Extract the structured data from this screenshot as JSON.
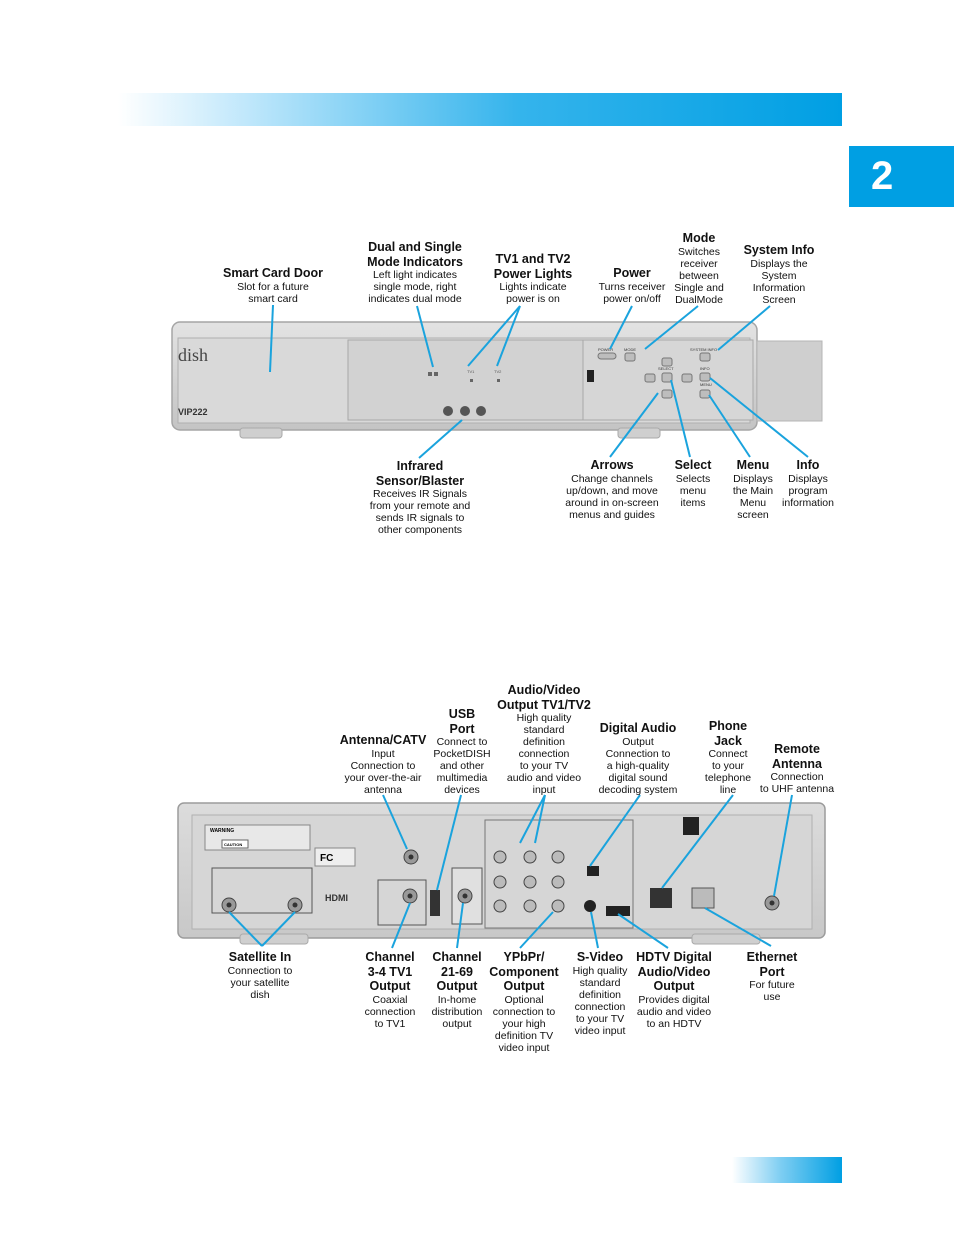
{
  "chapter_number": "2",
  "front_panel": {
    "brand_logo": "dish",
    "model": "VIP222",
    "buttons": {
      "power": "POWER",
      "mode": "MODE",
      "system_info": "SYSTEM INFO",
      "select": "SELECT",
      "info": "INFO",
      "menu": "MENU"
    },
    "indicator_tv1": "TV1",
    "indicator_tv2": "TV2",
    "callouts": {
      "smart_card_door": {
        "title": "Smart Card Door",
        "desc": [
          "Slot for a future",
          "smart card"
        ]
      },
      "dual_single": {
        "title": [
          "Dual and Single",
          "Mode Indicators"
        ],
        "desc": [
          "Left light indicates",
          "single mode, right",
          "indicates dual mode"
        ]
      },
      "tv_power_lights": {
        "title": [
          "TV1 and TV2",
          "Power Lights"
        ],
        "desc": [
          "Lights indicate",
          "power is on"
        ]
      },
      "power": {
        "title": "Power",
        "desc": [
          "Turns receiver",
          "power on/off"
        ]
      },
      "mode": {
        "title": "Mode",
        "desc": [
          "Switches",
          "receiver",
          "between",
          "Single and",
          "DualMode"
        ]
      },
      "system_info": {
        "title": "System Info",
        "desc": [
          "Displays the",
          "System",
          "Information",
          "Screen"
        ]
      },
      "infrared": {
        "title": [
          "Infrared",
          "Sensor/Blaster"
        ],
        "desc": [
          "Receives IR Signals",
          "from your remote and",
          "sends IR signals to",
          "other components"
        ]
      },
      "arrows": {
        "title": "Arrows",
        "desc": [
          "Change channels",
          "up/down, and move",
          "around in on-screen",
          "menus and guides"
        ]
      },
      "select": {
        "title": "Select",
        "desc": [
          "Selects",
          "menu",
          "items"
        ]
      },
      "menu": {
        "title": "Menu",
        "desc": [
          "Displays",
          "the Main",
          "Menu",
          "screen"
        ]
      },
      "info": {
        "title": "Info",
        "desc": [
          "Displays",
          "program",
          "information"
        ]
      }
    }
  },
  "back_panel": {
    "warning": "WARNING",
    "caution": "CAUTION",
    "fc": "FC",
    "hdmi": "HDMI",
    "callouts": {
      "antenna_catv": {
        "title": "Antenna/CATV",
        "desc": [
          "Input",
          "Connection to",
          "your over-the-air",
          "antenna"
        ]
      },
      "usb": {
        "title": [
          "USB",
          "Port"
        ],
        "desc": [
          "Connect to",
          "PocketDISH",
          "and other",
          "multimedia",
          "devices"
        ]
      },
      "av_output": {
        "title": [
          "Audio/Video",
          "Output TV1/TV2"
        ],
        "desc": [
          "High quality",
          "standard",
          "definition",
          "connection",
          "to your TV",
          "audio and video",
          "input"
        ]
      },
      "digital_audio": {
        "title": "Digital Audio",
        "desc": [
          "Output",
          "Connection to",
          "a high-quality",
          "digital sound",
          "decoding system"
        ]
      },
      "phone_jack": {
        "title": [
          "Phone",
          "Jack"
        ],
        "desc": [
          "Connect",
          "to your",
          "telephone",
          "line"
        ]
      },
      "remote_antenna": {
        "title": [
          "Remote",
          "Antenna"
        ],
        "desc": [
          "Connection",
          "to UHF antenna"
        ]
      },
      "satellite_in": {
        "title": "Satellite In",
        "desc": [
          "Connection to",
          "your satellite",
          "dish"
        ]
      },
      "channel_34": {
        "title": [
          "Channel",
          "3-4 TV1",
          "Output"
        ],
        "desc": [
          "Coaxial",
          "connection",
          "to TV1"
        ]
      },
      "channel_2169": {
        "title": [
          "Channel",
          "21-69",
          "Output"
        ],
        "desc": [
          "In-home",
          "distribution",
          "output"
        ]
      },
      "ypbpr": {
        "title": [
          "YPbPr/",
          "Component",
          "Output"
        ],
        "desc": [
          "Optional",
          "connection to",
          "your high",
          "definition TV",
          "video input"
        ]
      },
      "svideo": {
        "title": "S-Video",
        "desc": [
          "High quality",
          "standard",
          "definition",
          "connection",
          "to your TV",
          "video input"
        ]
      },
      "hdtv": {
        "title": [
          "HDTV Digital",
          "Audio/Video",
          "Output"
        ],
        "desc": [
          "Provides digital",
          "audio and video",
          "to an HDTV"
        ]
      },
      "ethernet": {
        "title": [
          "Ethernet",
          "Port"
        ],
        "desc": [
          "For future",
          "use"
        ]
      }
    }
  }
}
